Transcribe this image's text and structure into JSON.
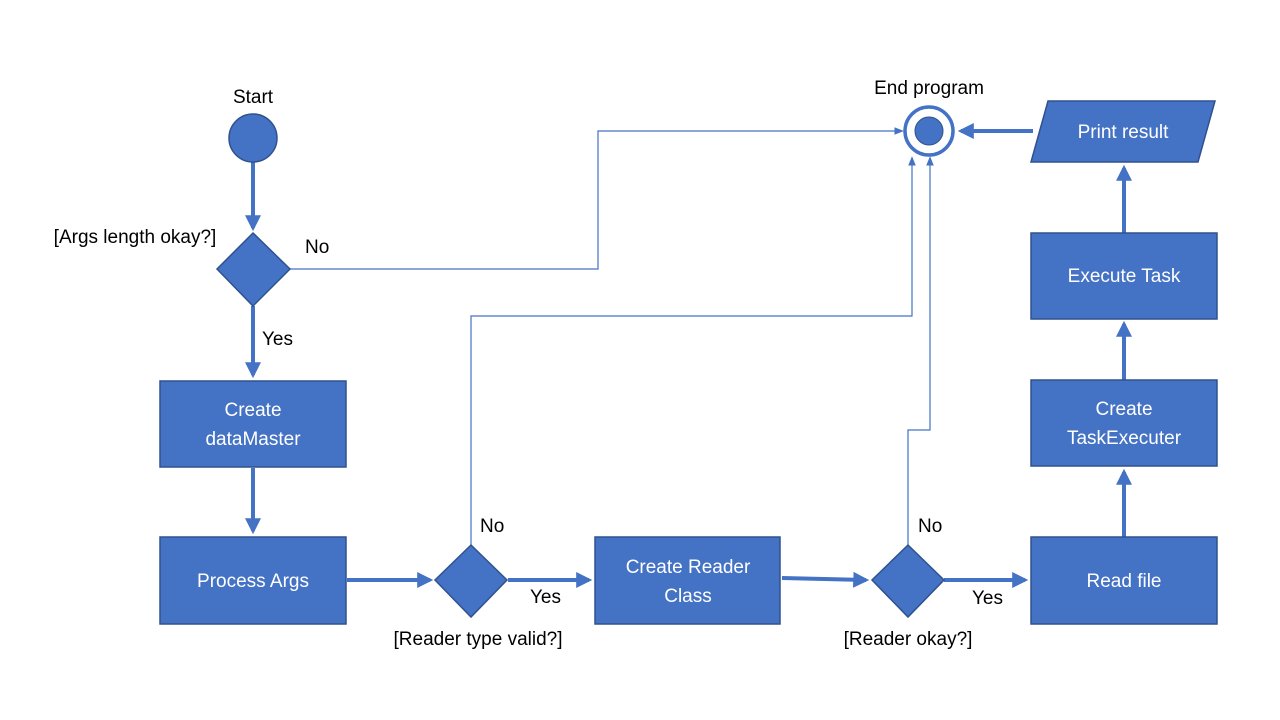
{
  "colors": {
    "fill": "#4472c4",
    "stroke": "#2f528f",
    "connector": "#4472c4",
    "text_on_node": "#ffffff",
    "text_label": "#000000",
    "background": "#ffffff"
  },
  "nodes": {
    "start": {
      "label": "Start"
    },
    "end": {
      "label": "End program"
    },
    "args_decision": {
      "label": "[Args length okay?]"
    },
    "create_datamaster": {
      "line1": "Create",
      "line2": "dataMaster"
    },
    "process_args": {
      "label": "Process Args"
    },
    "reader_type_decision": {
      "label": "[Reader type valid?]"
    },
    "create_reader": {
      "line1": "Create Reader",
      "line2": "Class"
    },
    "reader_ok_decision": {
      "label": "[Reader okay?]"
    },
    "read_file": {
      "label": "Read file"
    },
    "create_taskexecuter": {
      "line1": "Create",
      "line2": "TaskExecuter"
    },
    "execute_task": {
      "label": "Execute Task"
    },
    "print_result": {
      "label": "Print result"
    }
  },
  "edge_labels": {
    "args_no": "No",
    "args_yes": "Yes",
    "reader_type_no": "No",
    "reader_type_yes": "Yes",
    "reader_ok_no": "No",
    "reader_ok_yes": "Yes"
  }
}
